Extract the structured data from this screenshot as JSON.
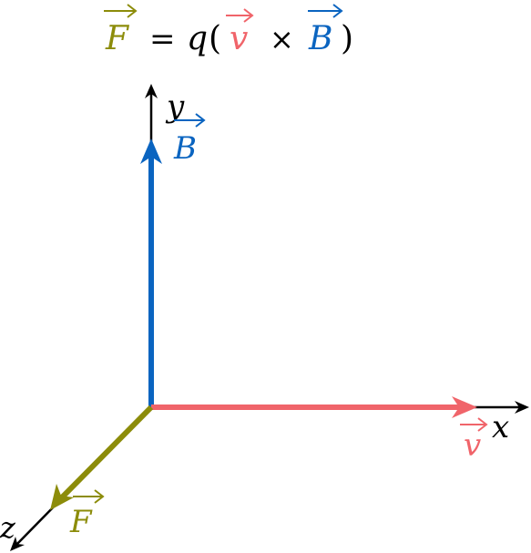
{
  "equation": {
    "F": "F",
    "equals": "=",
    "q": "q",
    "open_paren": "(",
    "v": "v",
    "times": "×",
    "B": "B",
    "close_paren": ")"
  },
  "axes": {
    "x": "x",
    "y": "y",
    "z": "z"
  },
  "vectors": {
    "B": {
      "label": "B",
      "color": "#0a64c0"
    },
    "v": {
      "label": "v",
      "color": "#f0646a"
    },
    "F": {
      "label": "F",
      "color": "#8c8c0a"
    }
  },
  "colors": {
    "axis": "#000000",
    "B": "#0a64c0",
    "v": "#f0646a",
    "F": "#8c8c0a"
  }
}
